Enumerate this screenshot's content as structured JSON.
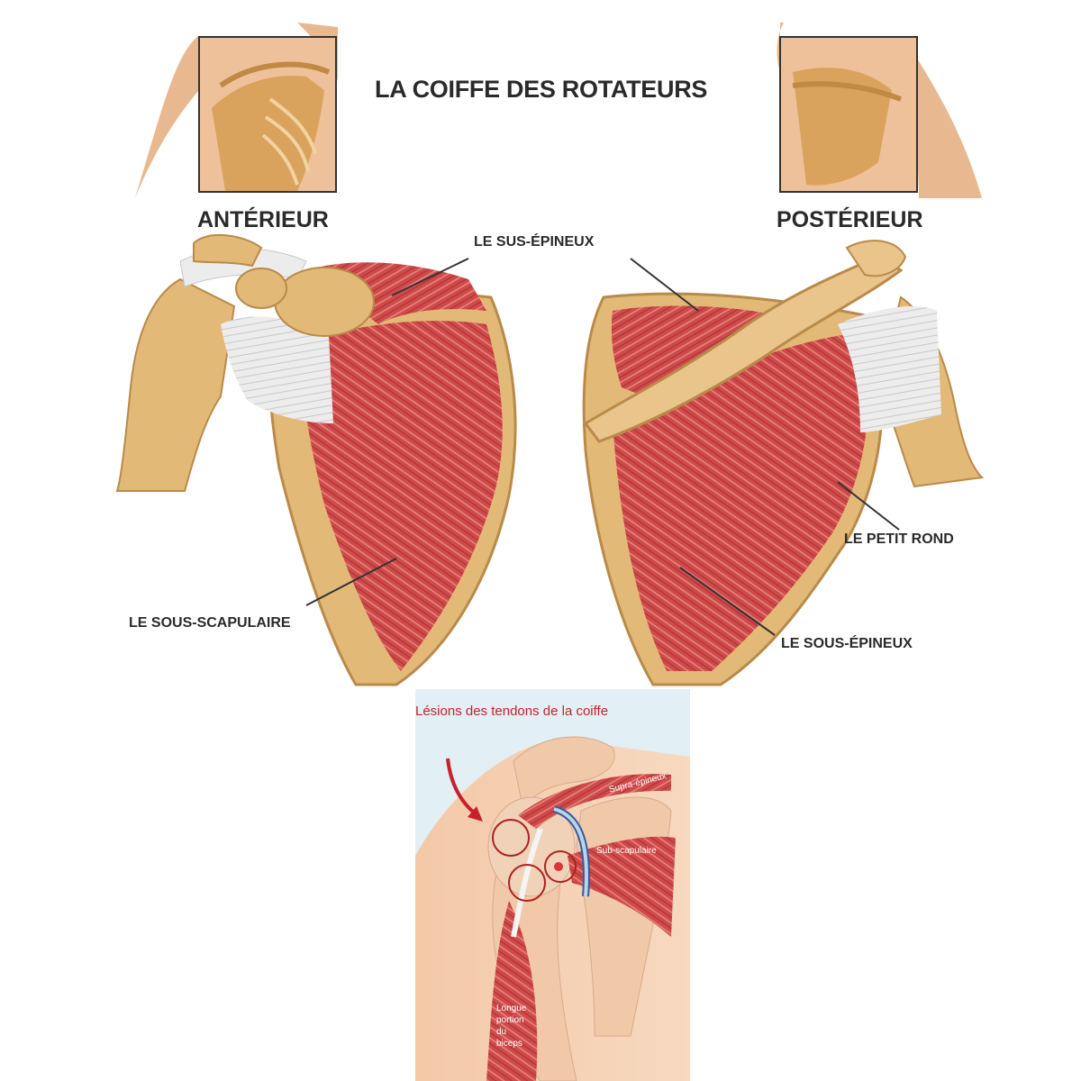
{
  "title": "LA COIFFE DES ROTATEURS",
  "views": {
    "anterior": "ANTÉRIEUR",
    "posterior": "POSTÉRIEUR"
  },
  "muscles": {
    "supraspinatus": "LE SUS-ÉPINEUX",
    "subscapularis": "LE SOUS-SCAPULAIRE",
    "teres_minor": "LE PETIT ROND",
    "infraspinatus": "LE SOUS-ÉPINEUX"
  },
  "inset": {
    "title": "Lésions des tendons de la coiffe",
    "labels": {
      "supra": "Supra-épineux",
      "sub": "Sub-scapulaire",
      "biceps": "Longue portion du biceps"
    }
  },
  "colors": {
    "bone": "#e3b978",
    "bone_dark": "#b98a4a",
    "muscle": "#cf4a4a",
    "muscle_light": "#e78a82",
    "tendon": "#e6e6e6",
    "inset_bg": "#e2eff5",
    "inset_title": "#c8202a",
    "lesion_circle": "#b02020"
  }
}
